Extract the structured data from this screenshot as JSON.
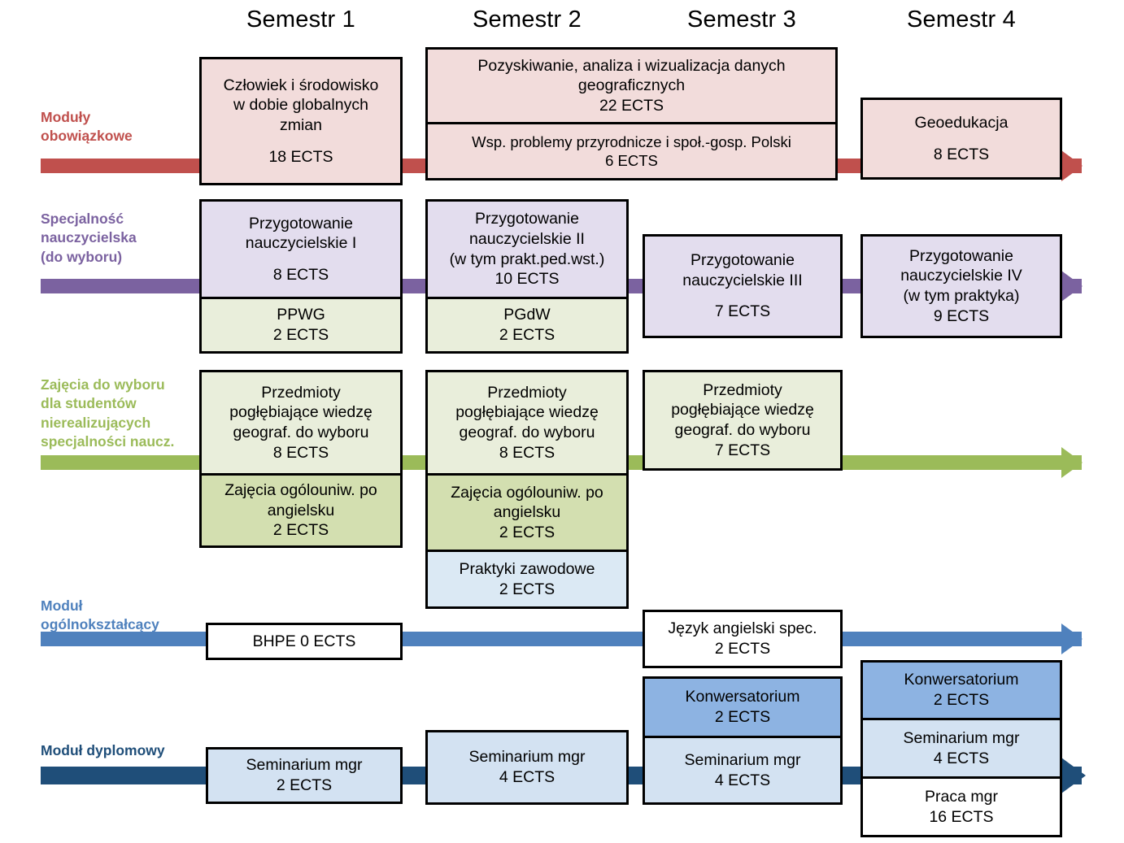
{
  "meta": {
    "title": "Plan studiow - moduly wg semestrow",
    "unit_label": "ECTS"
  },
  "columns": [
    {
      "id": "sem1",
      "label": "Semestr 1"
    },
    {
      "id": "sem2",
      "label": "Semestr 2"
    },
    {
      "id": "sem3",
      "label": "Semestr 3"
    },
    {
      "id": "sem4",
      "label": "Semestr 4"
    }
  ],
  "rows": [
    {
      "id": "obowiazkowe",
      "label": "Moduły\nobowiązkowe",
      "color": "#c0504d",
      "label_color": "#c0504d"
    },
    {
      "id": "nauczycielska",
      "label": "Specjalność\nnauczycielska\n(do wyboru)",
      "color": "#7b62a0",
      "label_color": "#7b62a0"
    },
    {
      "id": "do-wyboru",
      "label": "Zajęcia do wyboru\ndla studentów\nnierealizujących\nspecjalności naucz.",
      "color": "#9bbb59",
      "label_color": "#9bbb59"
    },
    {
      "id": "ogolnoksztalcacy",
      "label": "Moduł\nogólnokształcący",
      "color": "#4f81bd",
      "label_color": "#4f81bd"
    },
    {
      "id": "dyplomowy",
      "label": "Moduł dyplomowy",
      "color": "#1f4e79",
      "label_color": "#1f4e79"
    }
  ],
  "palette": {
    "pink": "#f2dcdb",
    "lavender": "#e3ddee",
    "pale_green": "#e9eedb",
    "green": "#d3dfb0",
    "pale_blue": "#dbe9f4",
    "light_blue": "#d3e2f2",
    "mid_blue": "#8db3e2",
    "white": "#ffffff",
    "border": "#000000"
  },
  "boxes": [
    {
      "id": "b1",
      "row": "obowiazkowe",
      "column": "sem1",
      "cells": [
        {
          "name": "Człowiek i środowisko\nw dobie globalnych\nzmian",
          "ects": "18 ECTS",
          "fill": "#f2dcdb",
          "gap": true
        }
      ]
    },
    {
      "id": "b2",
      "row": "obowiazkowe",
      "column": "sem2",
      "cells": [
        {
          "name": "Pozyskiwanie, analiza i wizualizacja danych\ngeograficznych",
          "ects": "22 ECTS",
          "fill": "#f2dcdb"
        },
        {
          "name": "Wsp. problemy przyrodnicze i społ.-gosp. Polski",
          "ects": "6 ECTS",
          "fill": "#f2dcdb"
        }
      ]
    },
    {
      "id": "b3",
      "row": "obowiazkowe",
      "column": "sem4",
      "cells": [
        {
          "name": "Geoedukacja",
          "ects": "8 ECTS",
          "fill": "#f2dcdb",
          "gap": true
        }
      ]
    },
    {
      "id": "b4",
      "row": "nauczycielska",
      "column": "sem1",
      "cells": [
        {
          "name": "Przygotowanie\nnauczycielskie I",
          "ects": "8 ECTS",
          "fill": "#e3ddee",
          "gap": true
        },
        {
          "name": "PPWG",
          "ects": "2 ECTS",
          "fill": "#e9eedb"
        }
      ]
    },
    {
      "id": "b5",
      "row": "nauczycielska",
      "column": "sem2",
      "cells": [
        {
          "name": "Przygotowanie\nnauczycielskie II\n(w tym prakt.ped.wst.)",
          "ects": "10 ECTS",
          "fill": "#e3ddee"
        },
        {
          "name": "PGdW",
          "ects": "2 ECTS",
          "fill": "#e9eedb"
        }
      ]
    },
    {
      "id": "b6",
      "row": "nauczycielska",
      "column": "sem3",
      "cells": [
        {
          "name": "Przygotowanie\nnauczycielskie III",
          "ects": "7 ECTS",
          "fill": "#e3ddee",
          "gap": true
        }
      ]
    },
    {
      "id": "b7",
      "row": "nauczycielska",
      "column": "sem4",
      "cells": [
        {
          "name": "Przygotowanie\nnauczycielskie IV\n(w tym praktyka)",
          "ects": "9 ECTS",
          "fill": "#e3ddee"
        }
      ]
    },
    {
      "id": "b8",
      "row": "do-wyboru",
      "column": "sem1",
      "cells": [
        {
          "name": "Przedmioty\npogłębiające wiedzę\ngeograf. do wyboru",
          "ects": "8 ECTS",
          "fill": "#e9eedb"
        },
        {
          "name": "Zajęcia ogólouniw. po\nangielsku",
          "ects": "2 ECTS",
          "fill": "#d3dfb0"
        }
      ]
    },
    {
      "id": "b9",
      "row": "do-wyboru",
      "column": "sem2",
      "cells": [
        {
          "name": "Przedmioty\npogłębiające wiedzę\ngeograf. do wyboru",
          "ects": "8 ECTS",
          "fill": "#e9eedb"
        },
        {
          "name": "Zajęcia ogólouniw. po\nangielsku",
          "ects": "2 ECTS",
          "fill": "#d3dfb0"
        },
        {
          "name": "Praktyki zawodowe",
          "ects": "2 ECTS",
          "fill": "#dbe9f4"
        }
      ]
    },
    {
      "id": "b10",
      "row": "do-wyboru",
      "column": "sem3",
      "cells": [
        {
          "name": "Przedmioty\npogłębiające wiedzę\ngeograf. do wyboru",
          "ects": "7 ECTS",
          "fill": "#e9eedb"
        }
      ]
    },
    {
      "id": "b11",
      "row": "ogolnoksztalcacy",
      "column": "sem1",
      "cells": [
        {
          "name": "BHPE 0 ECTS",
          "ects": "",
          "fill": "#ffffff"
        }
      ]
    },
    {
      "id": "b12",
      "row": "ogolnoksztalcacy",
      "column": "sem3",
      "cells": [
        {
          "name": "Język angielski spec.",
          "ects": "2 ECTS",
          "fill": "#ffffff"
        }
      ]
    },
    {
      "id": "b13",
      "row": "dyplomowy",
      "column": "sem1",
      "cells": [
        {
          "name": "Seminarium mgr",
          "ects": "2 ECTS",
          "fill": "#d3e2f2"
        }
      ]
    },
    {
      "id": "b14",
      "row": "dyplomowy",
      "column": "sem2",
      "cells": [
        {
          "name": "Seminarium mgr",
          "ects": "4 ECTS",
          "fill": "#d3e2f2"
        }
      ]
    },
    {
      "id": "b15",
      "row": "dyplomowy",
      "column": "sem3",
      "cells": [
        {
          "name": "Konwersatorium",
          "ects": "2 ECTS",
          "fill": "#8db3e2"
        },
        {
          "name": "Seminarium mgr",
          "ects": "4 ECTS",
          "fill": "#d3e2f2"
        }
      ]
    },
    {
      "id": "b16",
      "row": "dyplomowy",
      "column": "sem4",
      "cells": [
        {
          "name": "Konwersatorium",
          "ects": "2 ECTS",
          "fill": "#8db3e2"
        },
        {
          "name": "Seminarium mgr",
          "ects": "4 ECTS",
          "fill": "#d3e2f2"
        },
        {
          "name": "Praca mgr",
          "ects": "16 ECTS",
          "fill": "#ffffff"
        }
      ]
    }
  ]
}
